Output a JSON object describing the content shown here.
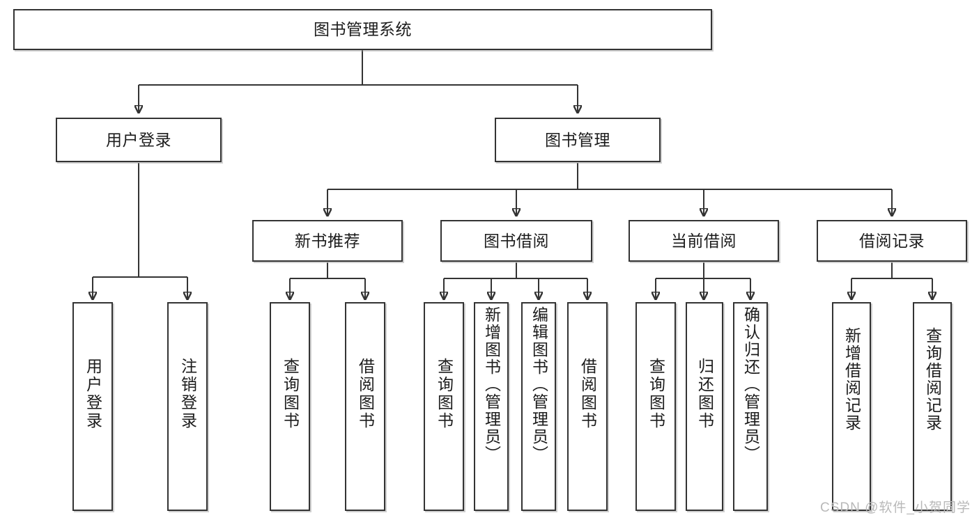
{
  "diagram": {
    "title": "图书管理系统",
    "type": "tree-hierarchy-chart",
    "watermark": "CSDN @软件_小贺同学",
    "colors": {
      "box_border": "#333333",
      "box_fill": "#ffffff",
      "connector": "#333333",
      "text": "#1c1c1c",
      "watermark": "#b9b9b9",
      "page_background": "#ffffff"
    },
    "root": {
      "label": "图书管理系统"
    },
    "level2": [
      {
        "label": "用户登录"
      },
      {
        "label": "图书管理"
      }
    ],
    "level3": [
      {
        "label": "新书推荐"
      },
      {
        "label": "图书借阅"
      },
      {
        "label": "当前借阅"
      },
      {
        "label": "借阅记录"
      }
    ],
    "leaves": {
      "user_login": [
        {
          "label": "用户登录"
        },
        {
          "label": "注销登录"
        }
      ],
      "new_book_recommend": [
        {
          "label": "查询图书"
        },
        {
          "label": "借阅图书"
        }
      ],
      "book_borrow": [
        {
          "label": "查询图书"
        },
        {
          "label": "新增图书（管理员）"
        },
        {
          "label": "编辑图书（管理员）"
        },
        {
          "label": "借阅图书"
        }
      ],
      "current_borrow": [
        {
          "label": "查询图书"
        },
        {
          "label": "归还图书"
        },
        {
          "label": "确认归还（管理员）"
        }
      ],
      "borrow_record": [
        {
          "label": "新增借阅记录"
        },
        {
          "label": "查询借阅记录"
        }
      ]
    }
  }
}
